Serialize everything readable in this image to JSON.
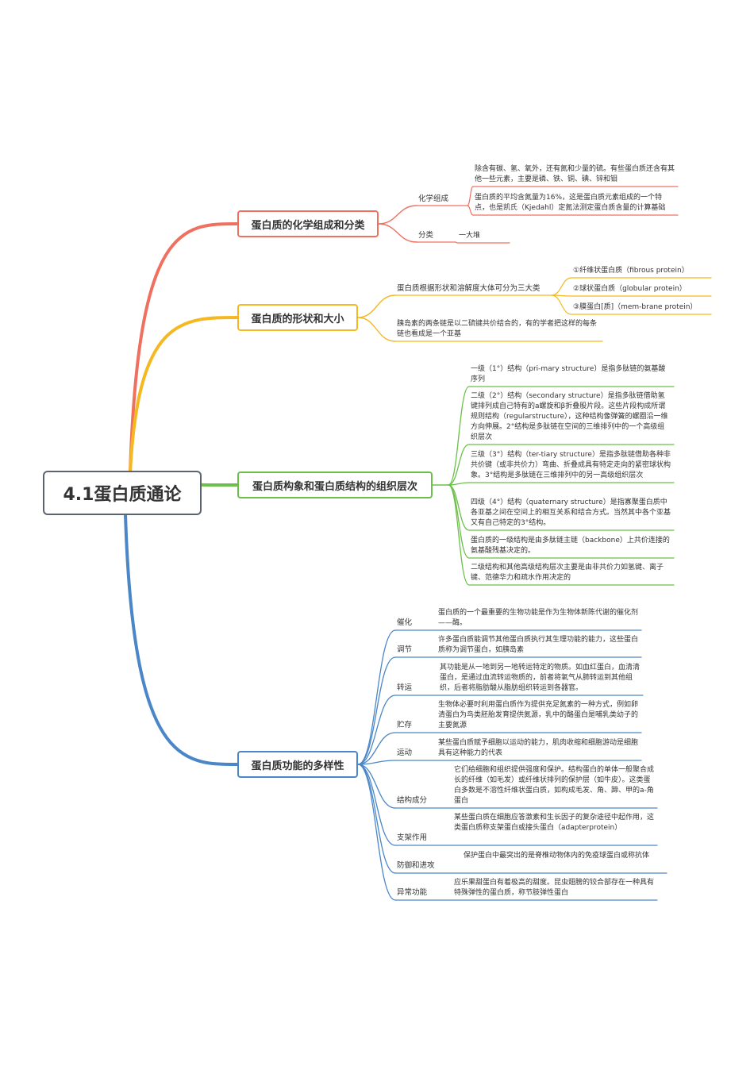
{
  "root": "4.1蛋白质通论",
  "branches": [
    {
      "title": "蛋白质的化学组成和分类",
      "color": "#f07060",
      "children": [
        {
          "label": "化学组成",
          "items": [
            "除含有碳、氢、氧外，还有氮和少量的硫。有些蛋白质还含有其他一些元素，主要是磷、铁、铜、碘、锌和钼",
            "蛋白质的平均含氮量为16%，这是蛋白质元素组成的一个特点，也是凯氏（Kjedahl）定氮法测定蛋白质含量的计算基础"
          ]
        },
        {
          "label": "分类",
          "items": [
            "一大堆"
          ]
        }
      ]
    },
    {
      "title": "蛋白质的形状和大小",
      "color": "#f5b820",
      "children": [
        {
          "label": "蛋白质根据形状和溶解度大体可分为三大类",
          "items": [
            "①纤维状蛋白质（fibrous protein）",
            "②球状蛋白质（globular protein）",
            "③膜蛋白[质]（mem-brane protein）"
          ]
        },
        {
          "label": "胰岛素的两条链是以二硫键共价结合的，有的学者把这样的每条链也看成是一个亚基",
          "items": []
        }
      ]
    },
    {
      "title": "蛋白质构象和蛋白质结构的组织层次",
      "color": "#6cbf4a",
      "children": [
        {
          "label": "",
          "items": [
            "一级（1°）结构（pri-mary structure）是指多肽链的氨基酸序列",
            "二级（2°）结构（secondary structure）是指多肽链借助氢键排列成自己特有的a螺旋和β折叠股片段。这些片段构成所谓规则结构（regularstructure），这种结构像弹簧的螺圈沿一维方向伸展。2°结构是多肽链在空间的三维排列中的一个高级组织层次",
            "三级（3°）结构（ter-tiary structure）是指多肽链借助各种非共价键（或非共价力）弯曲、折叠成具有特定走向的紧密球状构象。3°结构是多肽链在三维排列中的另一高级组织层次",
            "四级（4°）结构（quaternary structure）是指寡聚蛋白质中各亚基之间在空间上的相互关系和结合方式。当然其中各个亚基又有自己特定的3°结构。",
            "蛋白质的一级结构是由多肽链主链（backbone）上共价连接的氨基酸残基决定的。",
            "二级结构和其他高级结构层次主要是由非共价力如氢键、离子键、范德华力和疏水作用决定的"
          ]
        }
      ]
    },
    {
      "title": "蛋白质功能的多样性",
      "color": "#4a86c8",
      "children": [
        {
          "label": "催化",
          "items": [
            "蛋白质的一个最重要的生物功能是作为生物体新陈代谢的催化剂——酶。"
          ]
        },
        {
          "label": "调节",
          "items": [
            "许多蛋白质能调节其他蛋白质执行其生理功能的能力，这些蛋白质称为调节蛋白，如胰岛素"
          ]
        },
        {
          "label": "转运",
          "items": [
            "其功能是从一地到另一地转运特定的物质。如血红蛋白，血清清蛋白，是通过血流转运物质的，前者将氧气从肺转运到其他组织，后者将脂肪酸从脂肪组织转运到各器官。"
          ]
        },
        {
          "label": "贮存",
          "items": [
            "生物体必要时利用蛋白质作为提供充足氮素的一种方式，例如卵清蛋白为鸟类胚胎发育提供氮源，乳中的酪蛋白是哺乳类幼子的主要氮源"
          ]
        },
        {
          "label": "运动",
          "items": [
            "某些蛋白质赋予细胞以运动的能力，肌肉收缩和细胞游动是细胞具有这种能力的代表"
          ]
        },
        {
          "label": "结构成分",
          "items": [
            "它们给细胞和组织提供强度和保护。结构蛋白的单体一般聚合成长的纤维（如毛发）或纤维状排列的保护层（如牛皮）。这类蛋白多数是不溶性纤维状蛋白质，如构成毛发、角、蹄、甲的a-角蛋白"
          ]
        },
        {
          "label": "支架作用",
          "items": [
            "某些蛋白质在细胞应答激素和生长因子的复杂途径中起作用，这类蛋白质称支架蛋白或接头蛋白（adapterprotein）"
          ]
        },
        {
          "label": "防御和进攻",
          "items": [
            "保护蛋白中最突出的是脊椎动物体内的免疫球蛋白或称抗体"
          ]
        },
        {
          "label": "异常功能",
          "items": [
            "应乐果甜蛋白有着极高的甜度。昆虫翅膀的铰合部存在一种具有特殊弹性的蛋白质，称节肢弹性蛋白"
          ]
        }
      ]
    }
  ]
}
